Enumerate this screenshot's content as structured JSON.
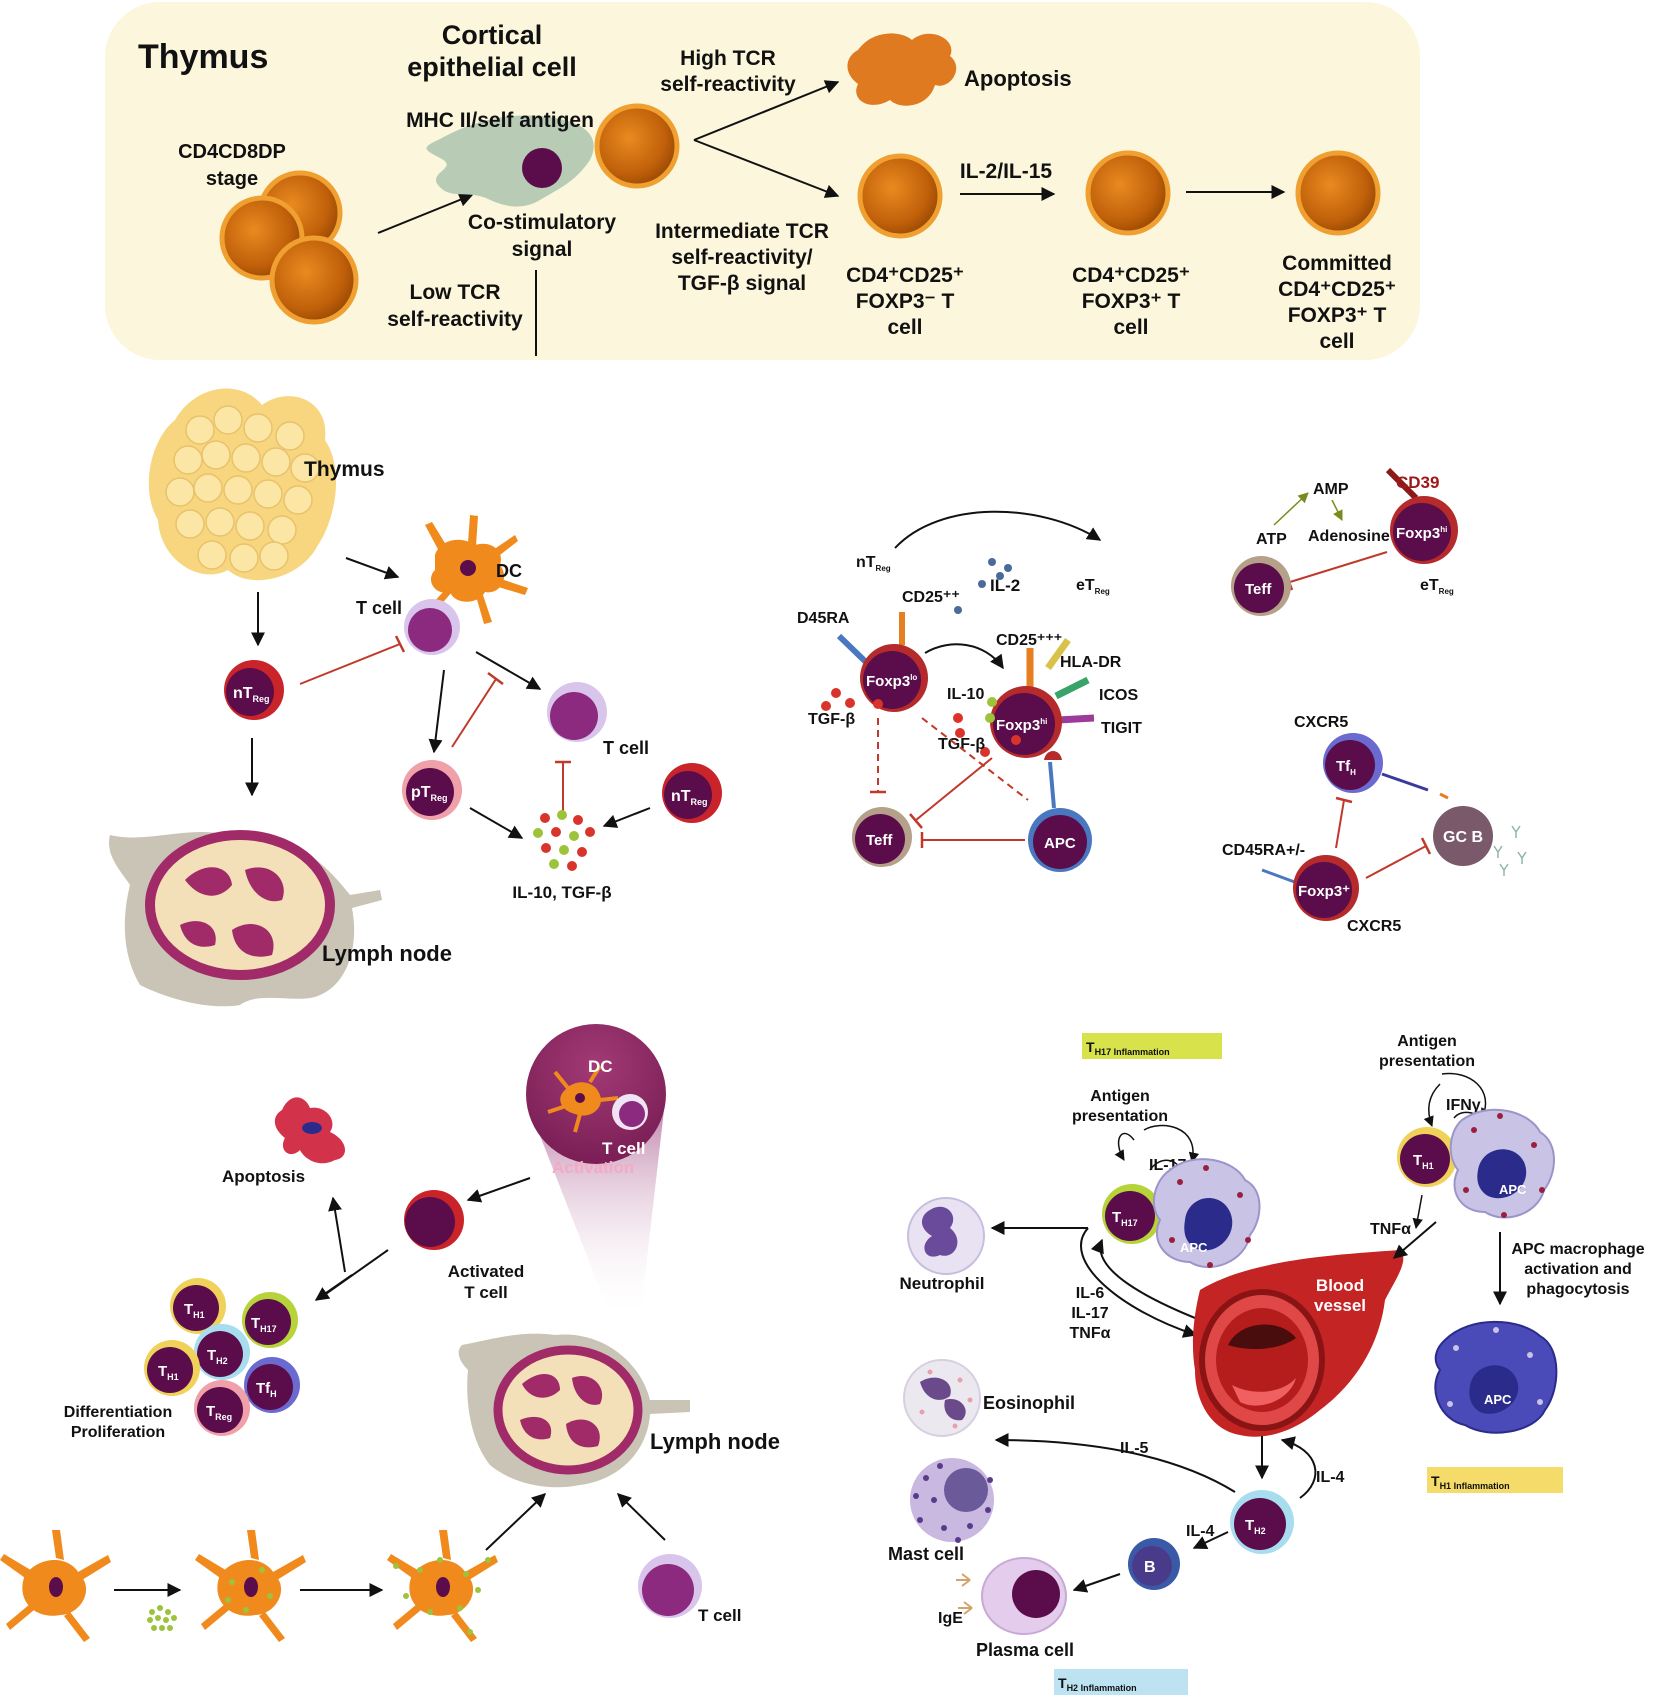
{
  "top_panel": {
    "title": "Thymus",
    "cortical_line1": "Cortical",
    "cortical_line2": "epithelial cell",
    "mhc": "MHC II/self antigen",
    "dp_line1": "CD4CD8DP",
    "dp_line2": "stage",
    "costim_line1": "Co-stimulatory",
    "costim_line2": "signal",
    "low_line1": "Low TCR",
    "low_line2": "self-reactivity",
    "high_line1": "High TCR",
    "high_line2": "self-reactivity",
    "apoptosis": "Apoptosis",
    "inter_line1": "Intermediate TCR",
    "inter_line2": "self-reactivity/",
    "inter_line3": "TGF-β signal",
    "il2": "IL-2/IL-15",
    "cell1": [
      "CD4⁺CD25⁺",
      "FOXP3⁻ T",
      "cell"
    ],
    "cell2": [
      "CD4⁺CD25⁺",
      "FOXP3⁺ T",
      "cell"
    ],
    "cell3": [
      "Committed",
      "CD4⁺CD25⁺",
      "FOXP3⁺ T",
      "cell"
    ]
  },
  "middle_left": {
    "thymus": "Thymus",
    "dc": "DC",
    "tcell": "T cell",
    "ntreg": "nT",
    "reg_sub": "Reg",
    "ptreg": "pT",
    "tcell2": "T cell",
    "cytokines": "IL-10, TGF-β",
    "lymph_node": "Lymph node"
  },
  "middle_center": {
    "ntreg": "nT",
    "etreg": "eT",
    "reg_sub": "Reg",
    "il2": "IL-2",
    "cd25pp": "CD25⁺⁺",
    "d45ra": "D45RA",
    "foxp3lo": "Foxp3",
    "lo_sup": "lo",
    "cd25ppp": "CD25⁺⁺⁺",
    "hladr": "HLA-DR",
    "icos": "ICOS",
    "tigit": "TIGIT",
    "il10": "IL-10",
    "tgfb_left": "TGF-β",
    "tgfb_right": "TGF-β",
    "foxp3hi": "Foxp3",
    "hi_sup": "hi",
    "teff": "Teff",
    "apc": "APC"
  },
  "middle_right": {
    "amp": "AMP",
    "atp": "ATP",
    "adenosine": "Adenosine",
    "cd39": "CD39",
    "foxp3": "Foxp3",
    "hi_sup": "hi",
    "teff": "Teff",
    "etreg": "eT",
    "reg_sub": "Reg",
    "cxcr5_top": "CXCR5",
    "tfh": "Tf",
    "h_sub": "H",
    "cd45ra": "CD45RA+/-",
    "foxp3_plus": "Foxp3⁺",
    "gcb": "GC B",
    "cxcr5_bottom": "CXCR5"
  },
  "bottom_left": {
    "dc": "DC",
    "tcell": "T cell",
    "activation": "Activation",
    "apoptosis": "Apoptosis",
    "activated_line1": "Activated",
    "activated_line2": "T cell",
    "th1": "T",
    "h1_sub": "H1",
    "th17": "T",
    "h17_sub": "H17",
    "th2": "T",
    "h2_sub": "H2",
    "tfh": "Tf",
    "h_sub": "H",
    "treg": "T",
    "reg_sub": "Reg",
    "diff_line1": "Differentiation",
    "diff_line2": "Proliferation",
    "lymph_node": "Lymph node",
    "tcell_bottom": "T cell"
  },
  "bottom_right": {
    "th17_inflam": "T",
    "th17_inflam_sub": "H17 Inflammation",
    "antigen_pres_1": [
      "Antigen",
      "presentation"
    ],
    "il17": "IL-17",
    "th17": "T",
    "h17_sub": "H17",
    "apc": "APC",
    "neutrophil": "Neutrophil",
    "il6_list": [
      "IL-6",
      "IL-17",
      "TNFα"
    ],
    "antigen_pres_2": [
      "Antigen",
      "presentation"
    ],
    "ifng": "IFNγ",
    "th1": "T",
    "h1_sub": "H1",
    "tnfa": "TNFα",
    "apc_mac": [
      "APC macrophage",
      "activation and",
      "phagocytosis"
    ],
    "blood_vessel": [
      "Blood",
      "vessel"
    ],
    "th1_inflam": "T",
    "th1_inflam_sub": "H1 Inflammation",
    "eosinophil": "Eosinophil",
    "il5": "IL-5",
    "mast_cell": "Mast cell",
    "il4_right": "IL-4",
    "il4_left": "IL-4",
    "th2": "T",
    "h2_sub": "H2",
    "b": "B",
    "ige": "IgE",
    "plasma_cell": "Plasma cell",
    "th2_inflam": "T",
    "th2_inflam_sub": "H2 Inflammation"
  }
}
